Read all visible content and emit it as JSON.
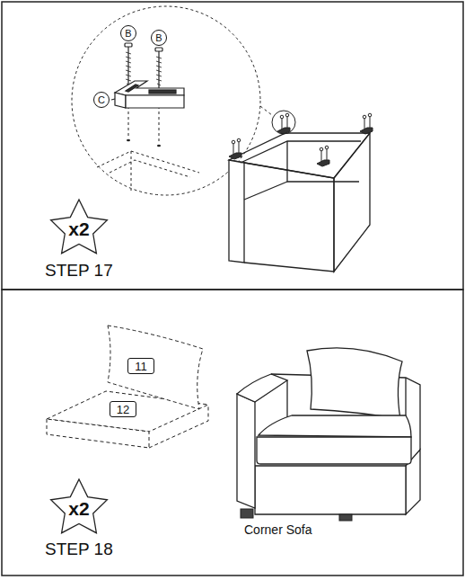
{
  "diagram": {
    "nodes": [
      {
        "text": [
          "B"
        ]
      },
      {
        "text": [
          "B"
        ]
      },
      {
        "text": [
          "C"
        ]
      },
      {
        "text": [
          "x2"
        ]
      },
      {
        "text": [
          "11"
        ]
      },
      {
        "text": [
          "12"
        ]
      },
      {
        "text": [
          "x2"
        ]
      }
    ],
    "labels": [
      "STEP 17",
      "Corner Sofa",
      "STEP 18"
    ]
  }
}
